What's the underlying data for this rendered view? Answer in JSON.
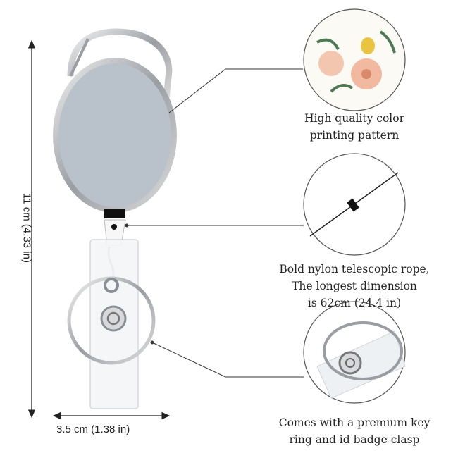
{
  "dimensions": {
    "height_label": "11 cm (4.33 in)",
    "width_label": "3.5 cm (1.38 in)"
  },
  "features": [
    {
      "icon": "floral-pattern-icon",
      "lines": [
        "High quality color",
        "printing pattern"
      ]
    },
    {
      "icon": "nylon-rope-icon",
      "lines": [
        "Bold nylon telescopic rope,",
        "The longest dimension",
        "is 62cm (24.4 in)"
      ]
    },
    {
      "icon": "key-ring-clasp-icon",
      "lines": [
        "Comes with a premium key",
        "ring and id badge clasp"
      ]
    }
  ],
  "colors": {
    "body": "#b9c1ca",
    "frame": "#8a8f95",
    "line": "#333333"
  }
}
